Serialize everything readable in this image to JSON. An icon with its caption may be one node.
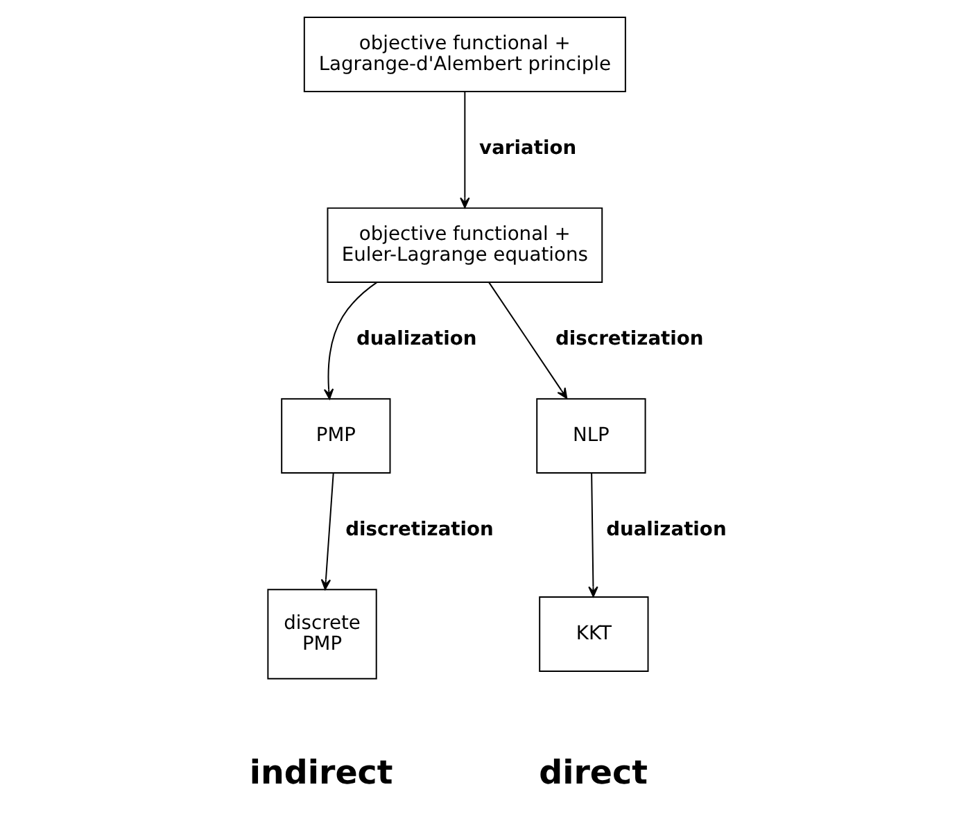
{
  "diagram": {
    "nodes": [
      {
        "text": [
          "objective functional + Lagrange-d'Alembert principle"
        ]
      },
      {
        "text": [
          "objective functional + Euler-Lagrange equations"
        ]
      },
      {
        "text": [
          "PMP"
        ]
      },
      {
        "text": [
          "NLP"
        ]
      },
      {
        "text": [
          "discrete PMP"
        ]
      },
      {
        "text": [
          "KKT"
        ]
      }
    ],
    "edges": [
      {
        "from": 0,
        "to": 1,
        "arrow": "to",
        "label": "variation"
      },
      {
        "from": 1,
        "to": 2,
        "arrow": "to",
        "label": "dualization"
      },
      {
        "from": 1,
        "to": 3,
        "arrow": "to",
        "label": "discretization"
      },
      {
        "from": 2,
        "to": 4,
        "arrow": "to",
        "label": "discretization"
      },
      {
        "from": 3,
        "to": 5,
        "arrow": "to",
        "label": "dualization"
      }
    ],
    "labels": [
      "indirect",
      "direct"
    ]
  }
}
